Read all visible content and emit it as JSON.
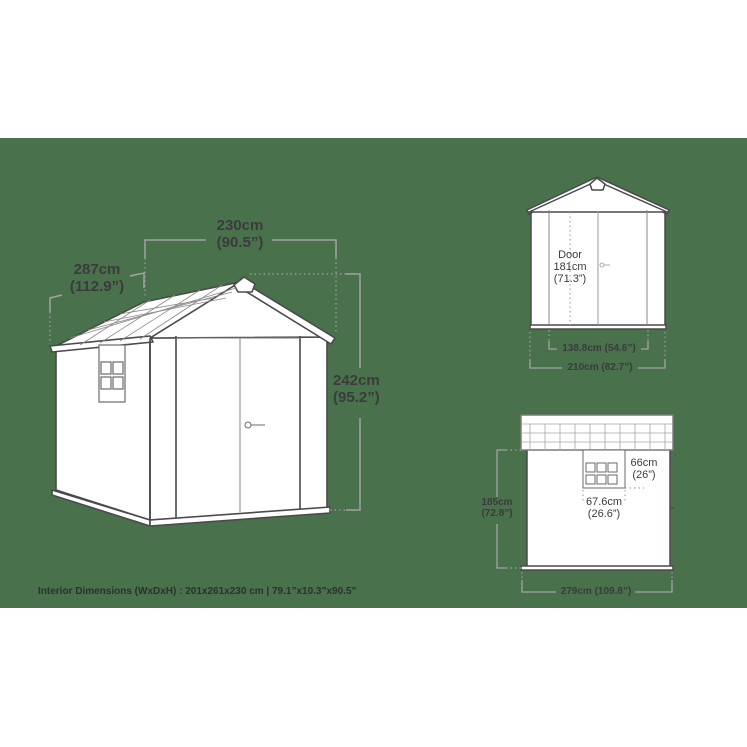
{
  "colors": {
    "background_band": "#48714c",
    "page": "#ffffff",
    "shed_fill": "#ffffff",
    "outline": "#4a4a4c",
    "dimension_line": "#a3a3a3",
    "text": "#3b3b3d"
  },
  "perspective_view": {
    "width": {
      "cm": "230cm",
      "in": "(90.5”)"
    },
    "depth": {
      "cm": "287cm",
      "in": "(112.9”)"
    },
    "height": {
      "cm": "242cm",
      "in": "(95.2”)"
    }
  },
  "front_view": {
    "door": {
      "label": "Door",
      "cm": "181cm",
      "in": "(71.3”)"
    },
    "door_width": "138.8cm (54.6”)",
    "total_width": "210cm (82.7”)"
  },
  "side_view": {
    "window_height": {
      "cm": "66cm",
      "in": "(26”)"
    },
    "window_width": {
      "cm": "67.6cm",
      "in": "(26.6”)"
    },
    "wall_height": {
      "cm": "185cm",
      "in": "(72.8”)"
    },
    "total_length": "279cm (109.8”)"
  },
  "footer": {
    "interior_dimensions": "Interior Dimensions (WxDxH) : 201x261x230 cm | 79.1”x10.3”x90.5”"
  }
}
